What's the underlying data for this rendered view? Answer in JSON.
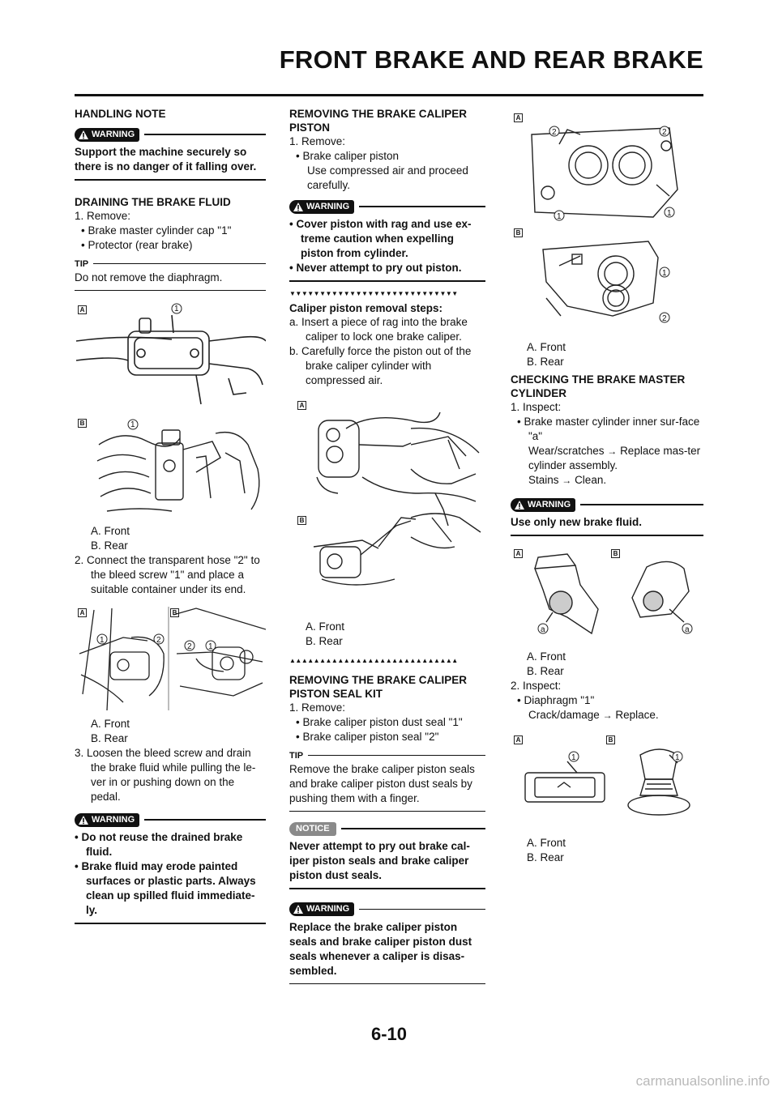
{
  "header": {
    "title": "FRONT BRAKE AND REAR BRAKE"
  },
  "col1": {
    "handling_title": "HANDLING NOTE",
    "warn_label": "WARNING",
    "warn1": "Support the machine securely so there is no danger of it falling over.",
    "drain_title": "DRAINING THE BRAKE FLUID",
    "drain_step1": "1. Remove:",
    "drain_b1": "• Brake master cylinder cap \"1\"",
    "drain_b2": "• Protector (rear brake)",
    "tip_label": "TIP",
    "tip1": "Do not remove the diaphragm.",
    "fig1_a": "A",
    "fig1_b": "B",
    "fig1_c1": "1",
    "fig1_c2": "1",
    "legend1_a": "A. Front",
    "legend1_b": "B. Rear",
    "step2": "2. Connect the transparent hose \"2\" to the bleed screw \"1\" and place a suitable container under its end.",
    "fig2_a": "A",
    "fig2_b": "B",
    "fig2_c1": "1",
    "fig2_c2": "2",
    "fig2_c3": "2",
    "fig2_c4": "1",
    "legend2_a": "A. Front",
    "legend2_b": "B. Rear",
    "step3": "3. Loosen the bleed screw and drain the brake fluid while pulling the le-ver in or pushing down on the pedal.",
    "warn2_b1": "• Do not reuse the drained brake fluid.",
    "warn2_b2": "• Brake fluid may erode painted surfaces or plastic parts. Always clean up spilled fluid immediate-ly."
  },
  "col2": {
    "title": "REMOVING THE BRAKE CALIPER PISTON",
    "step1": "1. Remove:",
    "b1": "• Brake caliper piston",
    "b1_sub": "Use compressed air and proceed carefully.",
    "warn_b1": "• Cover piston with rag and use ex-treme caution when expelling piston from cylinder.",
    "warn_b2": "• Never attempt to pry out piston.",
    "markers_down": "▼▼▼▼▼▼▼▼▼▼▼▼▼▼▼▼▼▼▼▼▼▼▼▼▼▼▼▼",
    "steps_title": "Caliper piston removal steps:",
    "step_a": "a. Insert a piece of rag into the brake caliper to lock one brake caliper.",
    "step_b": "b. Carefully force the piston out of the brake caliper cylinder with compressed air.",
    "fig_a": "A",
    "fig_b": "B",
    "legend_a": "A. Front",
    "legend_b": "B. Rear",
    "markers_up": "▲▲▲▲▲▲▲▲▲▲▲▲▲▲▲▲▲▲▲▲▲▲▲▲▲▲▲▲",
    "seal_title": "REMOVING THE BRAKE CALIPER PISTON SEAL KIT",
    "seal_step1": "1. Remove:",
    "seal_b1": "• Brake caliper piston dust seal \"1\"",
    "seal_b2": "• Brake caliper piston seal \"2\"",
    "tip": "Remove the brake caliper piston seals and brake caliper piston dust seals by pushing them with a finger.",
    "notice_label": "NOTICE",
    "notice": "Never attempt to pry out brake cal-iper piston seals and brake caliper piston dust seals.",
    "warn3": "Replace the brake caliper piston seals and brake caliper piston dust seals whenever a caliper is disas-sembled."
  },
  "col3": {
    "fig1_a": "A",
    "fig1_b": "B",
    "fig1_c2a": "2",
    "fig1_c2b": "2",
    "fig1_c1a": "1",
    "fig1_c1b": "1",
    "fig1_cb1": "1",
    "fig1_cb2": "2",
    "legend1_a": "A. Front",
    "legend1_b": "B. Rear",
    "check_title": "CHECKING THE BRAKE MASTER CYLINDER",
    "inspect1": "1. Inspect:",
    "inspect1_b": "• Brake master cylinder inner sur-face \"a\"",
    "wear": "Wear/scratches",
    "wear_action": "Replace mas-ter cylinder assembly.",
    "stains": "Stains",
    "stains_action": "Clean.",
    "arrow": "→",
    "warn": "Use only new brake fluid.",
    "fig2_a": "A",
    "fig2_b": "B",
    "fig2_ca": "a",
    "fig2_cb": "a",
    "legend2_a": "A. Front",
    "legend2_b": "B. Rear",
    "inspect2": "2. Inspect:",
    "inspect2_b": "• Diaphragm \"1\"",
    "crack": "Crack/damage",
    "crack_action": "Replace.",
    "fig3_a": "A",
    "fig3_b": "B",
    "fig3_c1": "1",
    "fig3_c2": "1",
    "legend3_a": "A. Front",
    "legend3_b": "B. Rear"
  },
  "footer": {
    "page_number": "6-10",
    "watermark": "carmanualsonline.info"
  }
}
